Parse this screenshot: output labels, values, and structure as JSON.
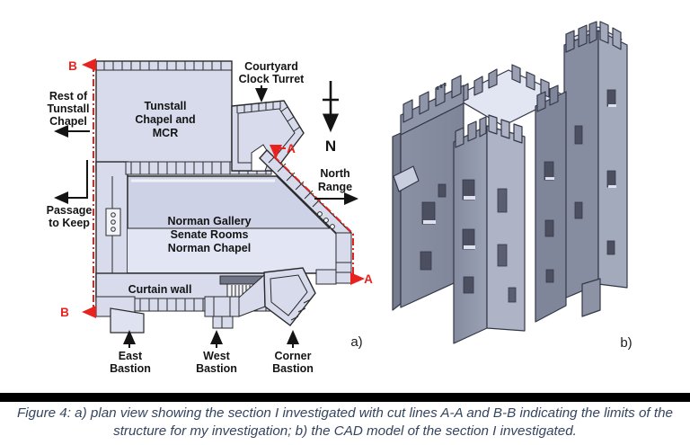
{
  "caption": {
    "line1": "Figure 4: a) plan view showing the section I investigated with cut lines A-A and B-B indicating the limits of the",
    "line2": "structure for my investigation; b) the CAD model of the section I investigated.",
    "text_color": "#35455f"
  },
  "plan": {
    "panel_label": "a)",
    "room_labels": {
      "tunstall_1": "Tunstall",
      "tunstall_2": "Chapel and",
      "tunstall_3": "MCR",
      "gallery": "Norman Gallery",
      "senate": "Senate Rooms",
      "chapel": "Norman Chapel",
      "curtain_wall": "Curtain wall"
    },
    "annotations": {
      "rest_1": "Rest of",
      "rest_2": "Tunstall",
      "rest_3": "Chapel",
      "passage_1": "Passage",
      "passage_2": "to Keep",
      "courtyard_1": "Courtyard",
      "courtyard_2": "Clock Turret",
      "north_range_1": "North",
      "north_range_2": "Range",
      "east_1": "East",
      "east_2": "Bastion",
      "west_1": "West",
      "west_2": "Bastion",
      "corner_1": "Corner",
      "corner_2": "Bastion",
      "compass_n": "N"
    },
    "cut_lines": {
      "a": "A",
      "b": "B",
      "color": "#e8231f"
    },
    "colors": {
      "wall_fill": "#d7dbec",
      "gallery_fill": "#cdd2e6",
      "senate_fill": "#e2e6f4",
      "stair_bar_fill": "#6f7486",
      "outline": "#2b2b2b"
    }
  },
  "cad": {
    "panel_label": "b)",
    "colors": {
      "face_dark": "#7d8395",
      "face_mid": "#8f95a8",
      "face_light": "#aeb4c6",
      "top_light": "#dde1ef",
      "outline": "#343748"
    }
  }
}
